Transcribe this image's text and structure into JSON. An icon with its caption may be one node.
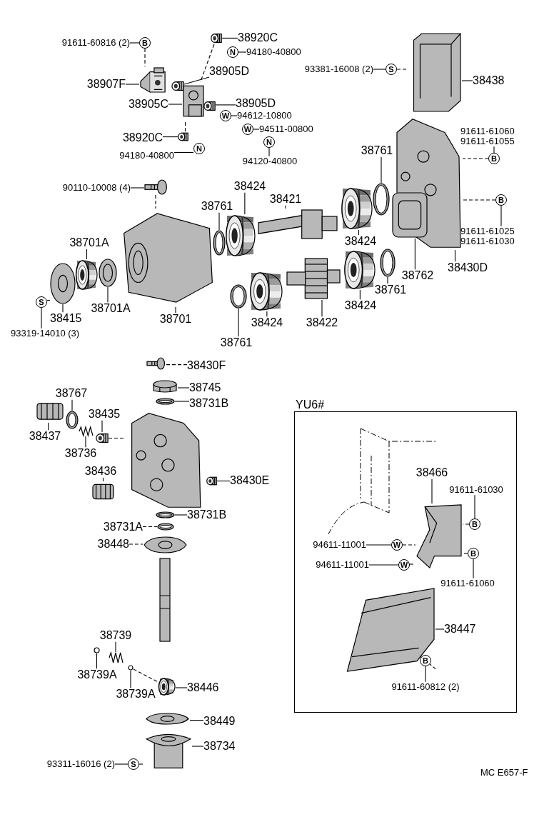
{
  "diagram": {
    "nodes": [
      {
        "text": [
          "91611-60816 (2)"
        ]
      },
      {
        "text": [
          "B"
        ]
      },
      {
        "text": [
          "38920C"
        ]
      },
      {
        "text": [],
        "shape": "picture"
      },
      {
        "text": [
          "N"
        ]
      },
      {
        "text": [
          "94180-40800"
        ]
      },
      {
        "text": [
          "38905D"
        ]
      },
      {
        "text": [],
        "shape": "picture"
      },
      {
        "text": [
          "38907F"
        ]
      },
      {
        "text": [],
        "shape": "picture"
      },
      {
        "text": [
          "38905C"
        ]
      },
      {
        "text": [],
        "shape": "picture"
      },
      {
        "text": [
          "38905D"
        ]
      },
      {
        "text": [],
        "shape": "picture"
      },
      {
        "text": [
          "W"
        ]
      },
      {
        "text": [
          "94612-10800"
        ]
      },
      {
        "text": [
          "W"
        ]
      },
      {
        "text": [
          "94511-00800"
        ]
      },
      {
        "text": [
          "N"
        ]
      },
      {
        "text": [
          "94120-40800"
        ]
      },
      {
        "text": [
          "38920C"
        ]
      },
      {
        "text": [],
        "shape": "picture"
      },
      {
        "text": [
          "94180-40800"
        ]
      },
      {
        "text": [
          "N"
        ]
      },
      {
        "text": [
          "93381-16008 (2)"
        ]
      },
      {
        "text": [
          "S"
        ]
      },
      {
        "text": [],
        "shape": "picture"
      },
      {
        "text": [
          "38438"
        ]
      },
      {
        "text": [
          "91611-61060",
          "91611-61055"
        ]
      },
      {
        "text": [
          "B"
        ]
      },
      {
        "text": [
          "38761"
        ]
      },
      {
        "text": [],
        "shape": "picture"
      },
      {
        "text": [
          "90110-10008 (4)"
        ]
      },
      {
        "text": [],
        "shape": "picture"
      },
      {
        "text": [
          "38424"
        ]
      },
      {
        "text": [
          "38421"
        ]
      },
      {
        "text": [
          "38761"
        ]
      },
      {
        "text": [],
        "shape": "picture"
      },
      {
        "text": [],
        "shape": "picture"
      },
      {
        "text": [],
        "shape": "picture"
      },
      {
        "text": [],
        "shape": "picture"
      },
      {
        "text": [],
        "shape": "picture"
      },
      {
        "text": [],
        "shape": "picture"
      },
      {
        "text": [],
        "shape": "picture"
      },
      {
        "text": [
          "B"
        ]
      },
      {
        "text": [
          "91611-61025",
          "91611-61030"
        ]
      },
      {
        "text": [
          "38430D"
        ]
      },
      {
        "text": [
          "38701A"
        ]
      },
      {
        "text": [],
        "shape": "picture"
      },
      {
        "text": [],
        "shape": "picture"
      },
      {
        "text": [],
        "shape": "picture"
      },
      {
        "text": [
          "38424"
        ]
      },
      {
        "text": [
          "S"
        ]
      },
      {
        "text": [
          "38415"
        ]
      },
      {
        "text": [
          "93319-14010 (3)"
        ]
      },
      {
        "text": [
          "38701A"
        ]
      },
      {
        "text": [
          "38701"
        ]
      },
      {
        "text": [],
        "shape": "picture"
      },
      {
        "text": [],
        "shape": "picture"
      },
      {
        "text": [],
        "shape": "picture"
      },
      {
        "text": [],
        "shape": "picture"
      },
      {
        "text": [],
        "shape": "picture"
      },
      {
        "text": [
          "38762"
        ]
      },
      {
        "text": [
          "38761"
        ]
      },
      {
        "text": [
          "38424"
        ]
      },
      {
        "text": [
          "38424"
        ]
      },
      {
        "text": [
          "38422"
        ]
      },
      {
        "text": [
          "38761"
        ]
      },
      {
        "text": [],
        "shape": "picture"
      },
      {
        "text": [
          "38430F"
        ]
      },
      {
        "text": [],
        "shape": "picture"
      },
      {
        "text": [
          "38745"
        ]
      },
      {
        "text": [],
        "shape": "picture"
      },
      {
        "text": [
          "38731B"
        ]
      },
      {
        "text": [
          "38767"
        ]
      },
      {
        "text": [],
        "shape": "picture"
      },
      {
        "text": [],
        "shape": "picture"
      },
      {
        "text": [
          "38435"
        ]
      },
      {
        "text": [],
        "shape": "picture"
      },
      {
        "text": [],
        "shape": "picture"
      },
      {
        "text": [
          "38437"
        ]
      },
      {
        "text": [
          "38736"
        ]
      },
      {
        "text": [],
        "shape": "picture"
      },
      {
        "text": [
          "38436"
        ]
      },
      {
        "text": [],
        "shape": "picture"
      },
      {
        "text": [],
        "shape": "picture"
      },
      {
        "text": [
          "38430E"
        ]
      },
      {
        "text": [],
        "shape": "picture"
      },
      {
        "text": [
          "38731B"
        ]
      },
      {
        "text": [
          "38731A"
        ]
      },
      {
        "text": [],
        "shape": "picture"
      },
      {
        "text": [
          "38448"
        ]
      },
      {
        "text": [],
        "shape": "picture"
      },
      {
        "text": [],
        "shape": "picture"
      },
      {
        "text": [
          "38739"
        ]
      },
      {
        "text": [],
        "shape": "circle"
      },
      {
        "text": [],
        "shape": "picture"
      },
      {
        "text": [],
        "shape": "circle"
      },
      {
        "text": [
          "38739A"
        ]
      },
      {
        "text": [],
        "shape": "picture"
      },
      {
        "text": [
          "38446"
        ]
      },
      {
        "text": [
          "38739A"
        ]
      },
      {
        "text": [],
        "shape": "picture"
      },
      {
        "text": [
          "38449"
        ]
      },
      {
        "text": [],
        "shape": "picture"
      },
      {
        "text": [
          "38734"
        ]
      },
      {
        "text": [
          "93311-16016 (2)"
        ]
      },
      {
        "text": [
          "S"
        ]
      },
      {
        "text": [
          "YU6#"
        ]
      },
      {
        "text": [
          "38466"
        ],
        "in": 108
      },
      {
        "text": [
          "91611-61030"
        ],
        "in": 108
      },
      {
        "text": [],
        "shape": "picture",
        "in": 108
      },
      {
        "text": [
          "B"
        ],
        "in": 108
      },
      {
        "text": [
          "94611-11001"
        ],
        "in": 108
      },
      {
        "text": [
          "W"
        ],
        "in": 108
      },
      {
        "text": [
          "94611-11001"
        ],
        "in": 108
      },
      {
        "text": [
          "W"
        ],
        "in": 108
      },
      {
        "text": [
          "B"
        ],
        "in": 108
      },
      {
        "text": [
          "91611-61060"
        ],
        "in": 108
      },
      {
        "text": [],
        "shape": "picture",
        "in": 108
      },
      {
        "text": [
          "38447"
        ],
        "in": 108
      },
      {
        "text": [
          "B"
        ],
        "in": 108
      },
      {
        "text": [
          "91611-60812 (2)"
        ],
        "in": 108
      }
    ],
    "edges": [
      {
        "from": 0,
        "to": 1,
        "arrow": "none"
      },
      {
        "from": 1,
        "to": 9,
        "arrow": "none",
        "style": "dashed"
      },
      {
        "from": 2,
        "to": 3,
        "arrow": "none"
      },
      {
        "from": 3,
        "to": 11,
        "arrow": "none",
        "style": "dashed"
      },
      {
        "from": 5,
        "to": 4,
        "arrow": "none"
      },
      {
        "from": 6,
        "to": 7,
        "arrow": "none"
      },
      {
        "from": 8,
        "to": 9,
        "arrow": "none"
      },
      {
        "from": 10,
        "to": 11,
        "arrow": "none"
      },
      {
        "from": 12,
        "to": 13,
        "arrow": "none"
      },
      {
        "from": 15,
        "to": 14,
        "arrow": "none"
      },
      {
        "from": 17,
        "to": 16,
        "arrow": "none"
      },
      {
        "from": 19,
        "to": 18,
        "arrow": "none"
      },
      {
        "from": 20,
        "to": 21,
        "arrow": "none"
      },
      {
        "from": 21,
        "to": 11,
        "arrow": "none",
        "style": "dashed"
      },
      {
        "from": 22,
        "to": 23,
        "arrow": "none"
      },
      {
        "from": 24,
        "to": 25,
        "arrow": "none"
      },
      {
        "from": 25,
        "to": 26,
        "arrow": "none",
        "style": "dashed"
      },
      {
        "from": 27,
        "to": 26,
        "arrow": "none"
      },
      {
        "from": 28,
        "to": 29,
        "arrow": "none"
      },
      {
        "from": 29,
        "to": 31,
        "arrow": "none",
        "style": "dashed"
      },
      {
        "from": 30,
        "to": 42,
        "arrow": "none"
      },
      {
        "from": 32,
        "to": 33,
        "arrow": "none"
      },
      {
        "from": 33,
        "to": 37,
        "arrow": "none",
        "style": "dashed"
      },
      {
        "from": 34,
        "to": 39,
        "arrow": "none"
      },
      {
        "from": 35,
        "to": 40,
        "arrow": "none"
      },
      {
        "from": 36,
        "to": 38,
        "arrow": "none"
      },
      {
        "from": 44,
        "to": 31,
        "arrow": "none",
        "style": "dashed"
      },
      {
        "from": 45,
        "to": 44,
        "arrow": "none"
      },
      {
        "from": 46,
        "to": 31,
        "arrow": "none"
      },
      {
        "from": 47,
        "to": 49,
        "arrow": "none"
      },
      {
        "from": 51,
        "to": 41,
        "arrow": "none"
      },
      {
        "from": 52,
        "to": 48,
        "arrow": "none",
        "style": "dashed"
      },
      {
        "from": 53,
        "to": 48,
        "arrow": "none"
      },
      {
        "from": 54,
        "to": 52,
        "arrow": "none"
      },
      {
        "from": 55,
        "to": 50,
        "arrow": "none"
      },
      {
        "from": 56,
        "to": 37,
        "arrow": "none"
      },
      {
        "from": 62,
        "to": 43,
        "arrow": "none"
      },
      {
        "from": 63,
        "to": 61,
        "arrow": "none"
      },
      {
        "from": 64,
        "to": 60,
        "arrow": "none"
      },
      {
        "from": 65,
        "to": 58,
        "arrow": "none"
      },
      {
        "from": 66,
        "to": 59,
        "arrow": "none"
      },
      {
        "from": 67,
        "to": 57,
        "arrow": "none"
      },
      {
        "from": 69,
        "to": 68,
        "arrow": "none",
        "style": "dashed"
      },
      {
        "from": 71,
        "to": 70,
        "arrow": "none"
      },
      {
        "from": 73,
        "to": 72,
        "arrow": "none"
      },
      {
        "from": 74,
        "to": 76,
        "arrow": "none"
      },
      {
        "from": 80,
        "to": 75,
        "arrow": "none"
      },
      {
        "from": 77,
        "to": 79,
        "arrow": "none"
      },
      {
        "from": 81,
        "to": 78,
        "arrow": "none"
      },
      {
        "from": 79,
        "to": 82,
        "arrow": "none",
        "style": "dashed"
      },
      {
        "from": 83,
        "to": 84,
        "arrow": "none"
      },
      {
        "from": 86,
        "to": 85,
        "arrow": "none"
      },
      {
        "from": 88,
        "to": 87,
        "arrow": "none"
      },
      {
        "from": 89,
        "to": 90,
        "arrow": "none",
        "style": "dashed"
      },
      {
        "from": 91,
        "to": 92,
        "arrow": "none",
        "style": "dashed"
      },
      {
        "from": 94,
        "to": 96,
        "arrow": "none"
      },
      {
        "from": 98,
        "to": 95,
        "arrow": "none"
      },
      {
        "from": 101,
        "to": 97,
        "arrow": "none"
      },
      {
        "from": 97,
        "to": 99,
        "arrow": "none",
        "style": "dashed"
      },
      {
        "from": 100,
        "to": 99,
        "arrow": "none"
      },
      {
        "from": 103,
        "to": 102,
        "arrow": "none"
      },
      {
        "from": 105,
        "to": 104,
        "arrow": "none"
      },
      {
        "from": 106,
        "to": 107,
        "arrow": "none"
      },
      {
        "from": 107,
        "to": 104,
        "arrow": "none",
        "style": "dashed"
      },
      {
        "from": 109,
        "to": 111,
        "arrow": "none"
      },
      {
        "from": 110,
        "to": 112,
        "arrow": "none"
      },
      {
        "from": 112,
        "to": 111,
        "arrow": "none",
        "style": "dashed"
      },
      {
        "from": 113,
        "to": 114,
        "arrow": "none"
      },
      {
        "from": 114,
        "to": 111,
        "arrow": "none",
        "style": "dashed"
      },
      {
        "from": 115,
        "to": 116,
        "arrow": "none"
      },
      {
        "from": 116,
        "to": 111,
        "arrow": "none",
        "style": "dashed"
      },
      {
        "from": 118,
        "to": 117,
        "arrow": "none"
      },
      {
        "from": 117,
        "to": 111,
        "arrow": "none",
        "style": "dashed"
      },
      {
        "from": 120,
        "to": 119,
        "arrow": "none"
      },
      {
        "from": 122,
        "to": 121,
        "arrow": "none"
      },
      {
        "from": 121,
        "to": 119,
        "arrow": "none",
        "style": "dashed"
      }
    ],
    "labels": [
      "MC E657-F"
    ]
  }
}
